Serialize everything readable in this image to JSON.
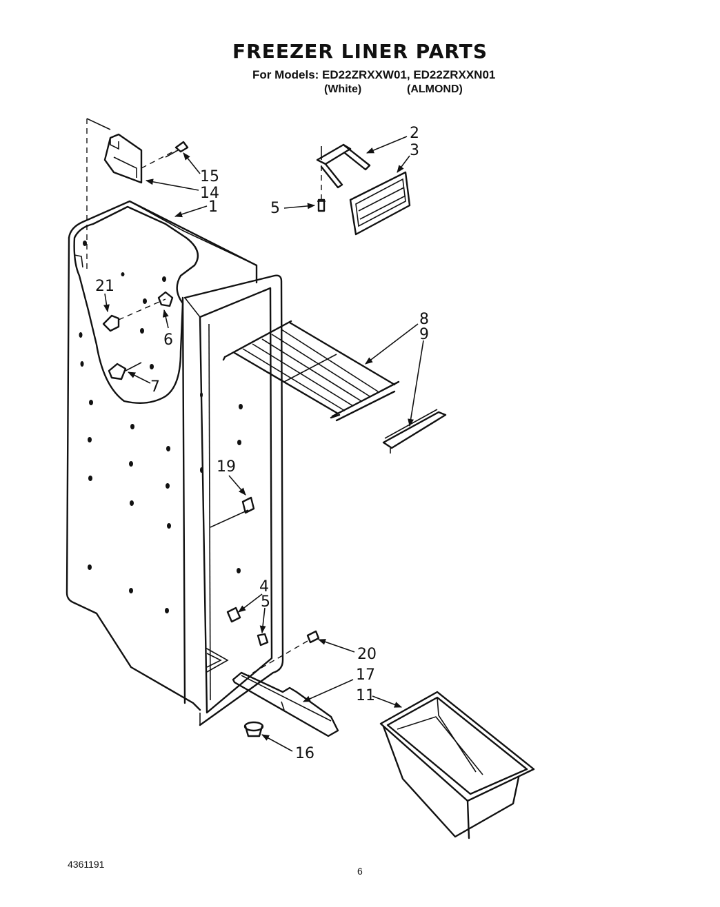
{
  "header": {
    "title": "FREEZER LINER PARTS",
    "models_line": "For Models: ED22ZRXXW01, ED22ZRXXN01",
    "finish_white": "(White)",
    "finish_almond": "(ALMOND)"
  },
  "footer": {
    "doc_number": "4361191",
    "page_number": "6"
  },
  "callouts": {
    "c1": "1",
    "c2": "2",
    "c3": "3",
    "c4": "4",
    "c5a": "5",
    "c5b": "5",
    "c6": "6",
    "c7": "7",
    "c8": "8",
    "c9": "9",
    "c11": "11",
    "c14": "14",
    "c15": "15",
    "c16": "16",
    "c17": "17",
    "c19": "19",
    "c20": "20",
    "c21": "21"
  }
}
